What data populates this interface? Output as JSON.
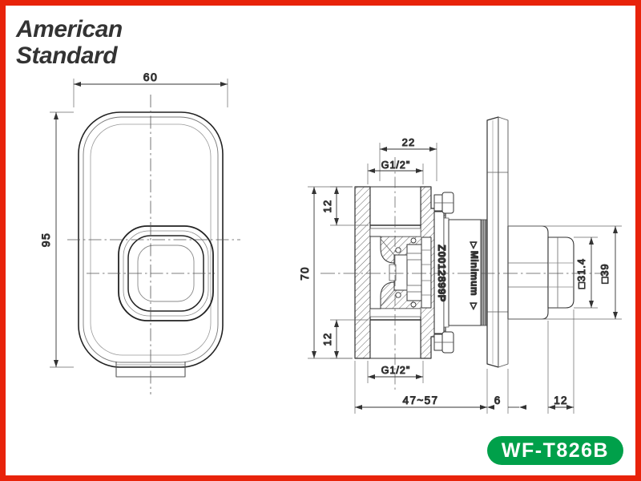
{
  "brand": {
    "line1": "American",
    "line2": "Standard"
  },
  "model_badge": {
    "label": "WF-T826B",
    "background_color": "#00a04a",
    "text_color": "#ffffff"
  },
  "frame": {
    "border_color": "#e8230a",
    "background_color": "#ffffff"
  },
  "drawing": {
    "title": "Concealed shower mixer valve technical drawing",
    "line_color": "#333333",
    "views": [
      {
        "name": "front-view",
        "description": "Front elevation of rounded-rectangular escutcheon plate with concentric square push control"
      },
      {
        "name": "section-view",
        "description": "Horizontal cross-section through valve body, rough-in cartridge and handle"
      }
    ],
    "dimensions": {
      "front_width": "60",
      "front_height": "95",
      "body_height": "70",
      "inlet_offset_top": "12",
      "inlet_offset_bottom": "12",
      "inlet_thread_top": "G1/2\"",
      "inlet_thread_bottom": "G1/2\"",
      "inlet_spacing": "22",
      "rough_in_depth": "47~57",
      "plate_thickness": "6",
      "handle_projection": "12",
      "handle_square_inner": "31.4",
      "handle_square_outer": "39",
      "square_symbol": "□"
    },
    "annotations": {
      "part_number": "Z0012899P",
      "minimum_label": "Minimum",
      "minimum_marker": "▷"
    }
  }
}
